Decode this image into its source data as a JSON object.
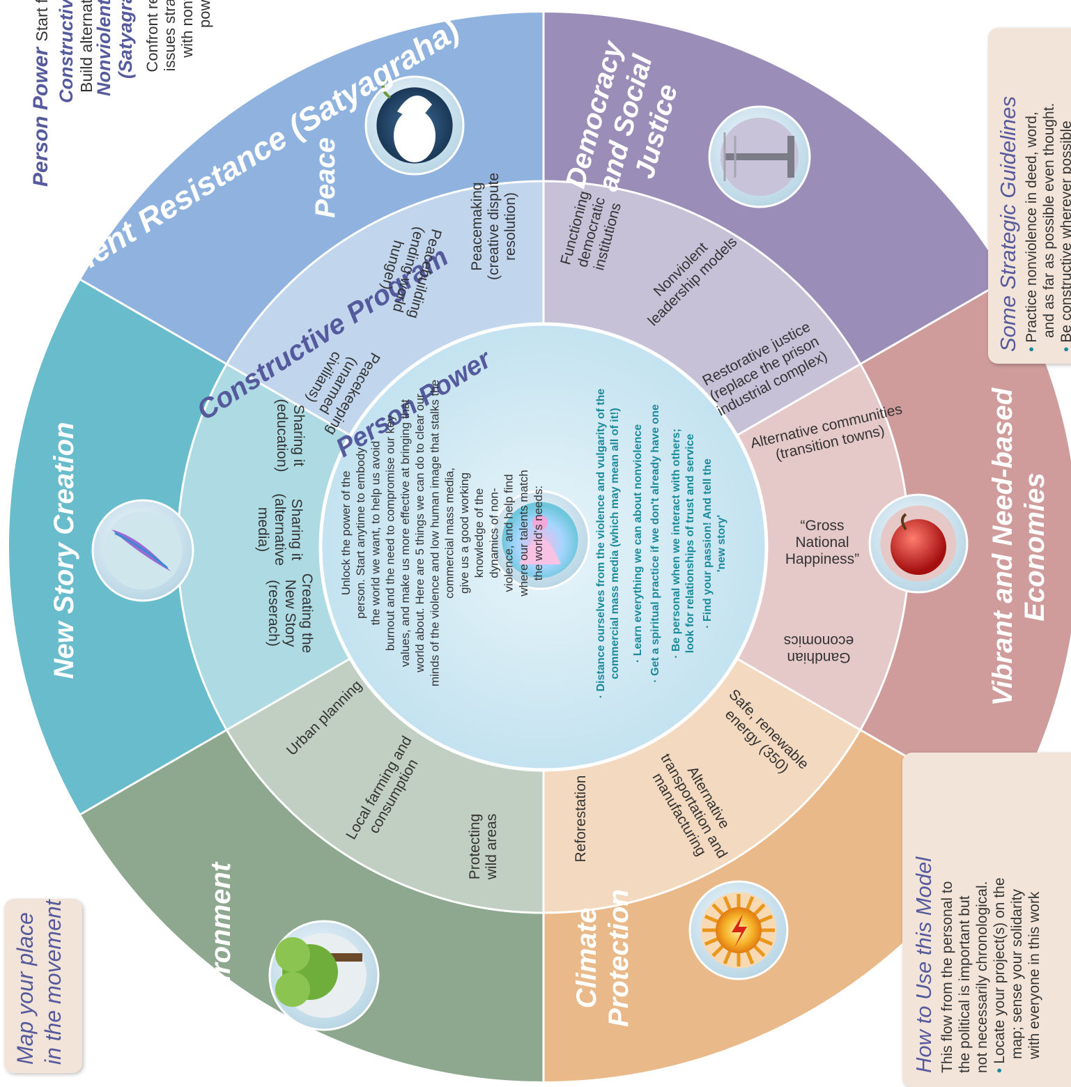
{
  "legend": {
    "person_power": "Person Power",
    "person_power_desc": "Start from within",
    "constructive_program": "Constructive Program",
    "constructive_program_desc": "Build alternative institutions.",
    "nonviolent_resistance": "Nonviolent Resistance",
    "satyagraha": "(Satyagraha)",
    "nonviolent_resistance_desc": [
      "Confront remaining",
      "issues stragetically",
      "with nonviolent",
      "power"
    ]
  },
  "map_place": [
    "Map your place",
    "in the movement"
  ],
  "guidelines": {
    "title": "Some Strategic Guidelines",
    "items": [
      "Practice nonviolence in deed, word,",
      "and as far as possible even thought.",
      "Be constructive wherever possible"
    ]
  },
  "how_to": {
    "title": "How to Use this Model",
    "lines": [
      "This flow from the personal to",
      "the political is important but",
      "not necessarily chronological.",
      "Locate your project(s) on the",
      "map; sense your solidarity",
      "with everyone in this work"
    ]
  },
  "rings": {
    "outer": "Nonviolent Resistance (Satyagraha)",
    "middle": "Constructive Program",
    "center": "Person Power"
  },
  "sectors": {
    "peace": {
      "title": "Peace",
      "items": [
        [
          "Peacemaking",
          "(creative dispute",
          "resolution)"
        ],
        [
          "Peacebuilding",
          "(ending world",
          "hunger)"
        ],
        [
          "Peacekeeping",
          "(unarmed",
          "civilians)"
        ]
      ]
    },
    "democracy": {
      "title": [
        "Democracy",
        "and Social",
        "Justice"
      ],
      "items": [
        [
          "Functioning",
          "democratic",
          "institutions"
        ],
        [
          "Nonviolent",
          "leadership models"
        ],
        [
          "Restorative justice",
          "(replace the prison",
          "industrial complex)"
        ]
      ]
    },
    "economies": {
      "title": [
        "Vibrant and Need-based",
        "Economies"
      ],
      "items": [
        [
          "Alternative communities",
          "(transition towns)"
        ],
        [
          "“Gross",
          "National",
          "Happiness”"
        ],
        [
          "Gandhian",
          "economics"
        ]
      ]
    },
    "climate": {
      "title": [
        "Climate",
        "Protection"
      ],
      "items": [
        [
          "Safe, renewable",
          "energy (350)"
        ],
        [
          "Alternative",
          "transportation and",
          "manufacturing"
        ],
        [
          "Reforestation"
        ]
      ]
    },
    "environment": {
      "title": "Environment",
      "items": [
        [
          "Protecting",
          "wild areas"
        ],
        [
          "Local farming and",
          "consumption"
        ],
        [
          "Urban planning"
        ]
      ]
    },
    "story": {
      "title": "New Story Creation",
      "items": [
        [
          "Creating the",
          "New Story",
          "(reserach)"
        ],
        [
          "Sharing it",
          "(alternative",
          "media)"
        ],
        [
          "Sharing it",
          "(education)"
        ]
      ]
    }
  },
  "center": {
    "intro": [
      "Unlock the power of the",
      "person. Start anytime to embody",
      "the world we want, to help us avoid",
      "burnout and the need to compromise our key",
      "values, and make us more effective at bringing that",
      "world about. Here are 5 things we can do to clear our",
      "minds of the violence and low human image that stalks the",
      "commercial mass media,",
      "give us a good working",
      "knowledge of the",
      "dynamics of non-",
      "violence, and help find",
      "where our talents match",
      "the world's needs:"
    ],
    "steps": [
      [
        "· Distance ourselves from the violence and vulgarity of the",
        "commercial mass media (which may mean all of it!)"
      ],
      [
        "· Learn everything we can about nonviolence"
      ],
      [
        "· Get a spiritual practice if we don't already have one"
      ],
      [
        "· Be personal when we interact with others;",
        "look for relationships of trust and service"
      ],
      [
        "· Find your passion! And tell the",
        "'new story'"
      ]
    ]
  },
  "colors": {
    "peace": "#8fb3de",
    "democracy": "#9a8eb8",
    "economies": "#cf9c9b",
    "climate": "#eab98a",
    "environment": "#8da88f",
    "story": "#69bccc",
    "inner_ring": "#dde7ef",
    "center": "#cde8f2",
    "accent_text": "#555a9c",
    "teal_text": "#1a8a9a"
  }
}
